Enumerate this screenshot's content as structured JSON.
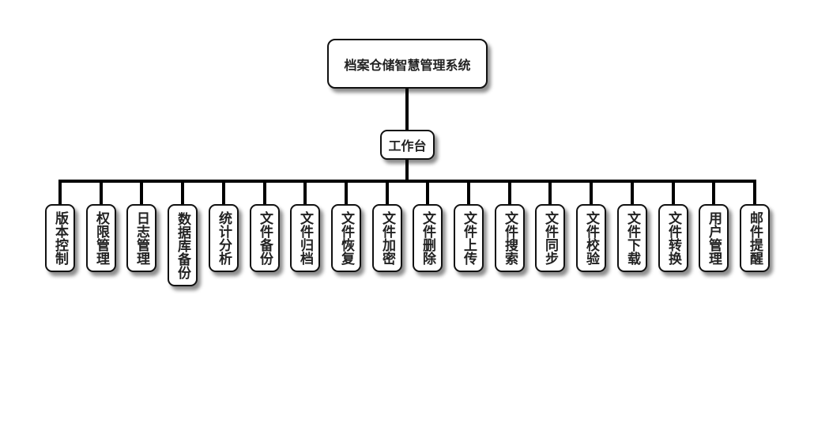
{
  "root": {
    "label": "档案仓储智慧管理系统"
  },
  "hub": {
    "label": "工作台"
  },
  "modules": [
    {
      "label": "版本控制"
    },
    {
      "label": "权限管理"
    },
    {
      "label": "日志管理"
    },
    {
      "label": "数据库备份"
    },
    {
      "label": "统计分析"
    },
    {
      "label": "文件备份"
    },
    {
      "label": "文件归档"
    },
    {
      "label": "文件恢复"
    },
    {
      "label": "文件加密"
    },
    {
      "label": "文件删除"
    },
    {
      "label": "文件上传"
    },
    {
      "label": "文件搜索"
    },
    {
      "label": "文件同步"
    },
    {
      "label": "文件校验"
    },
    {
      "label": "文件下载"
    },
    {
      "label": "文件转换"
    },
    {
      "label": "用户管理"
    },
    {
      "label": "邮件提醒"
    }
  ]
}
